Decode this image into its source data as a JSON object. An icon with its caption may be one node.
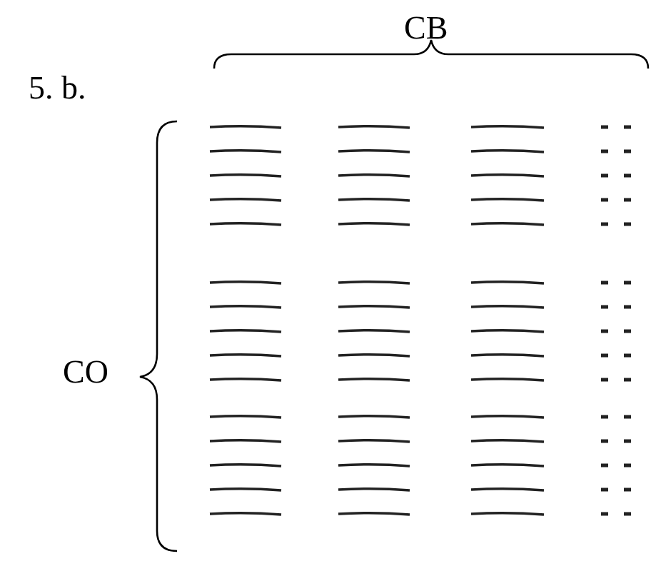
{
  "diagram": {
    "labels": [
      "5. b.",
      "CB",
      "CO"
    ]
  }
}
